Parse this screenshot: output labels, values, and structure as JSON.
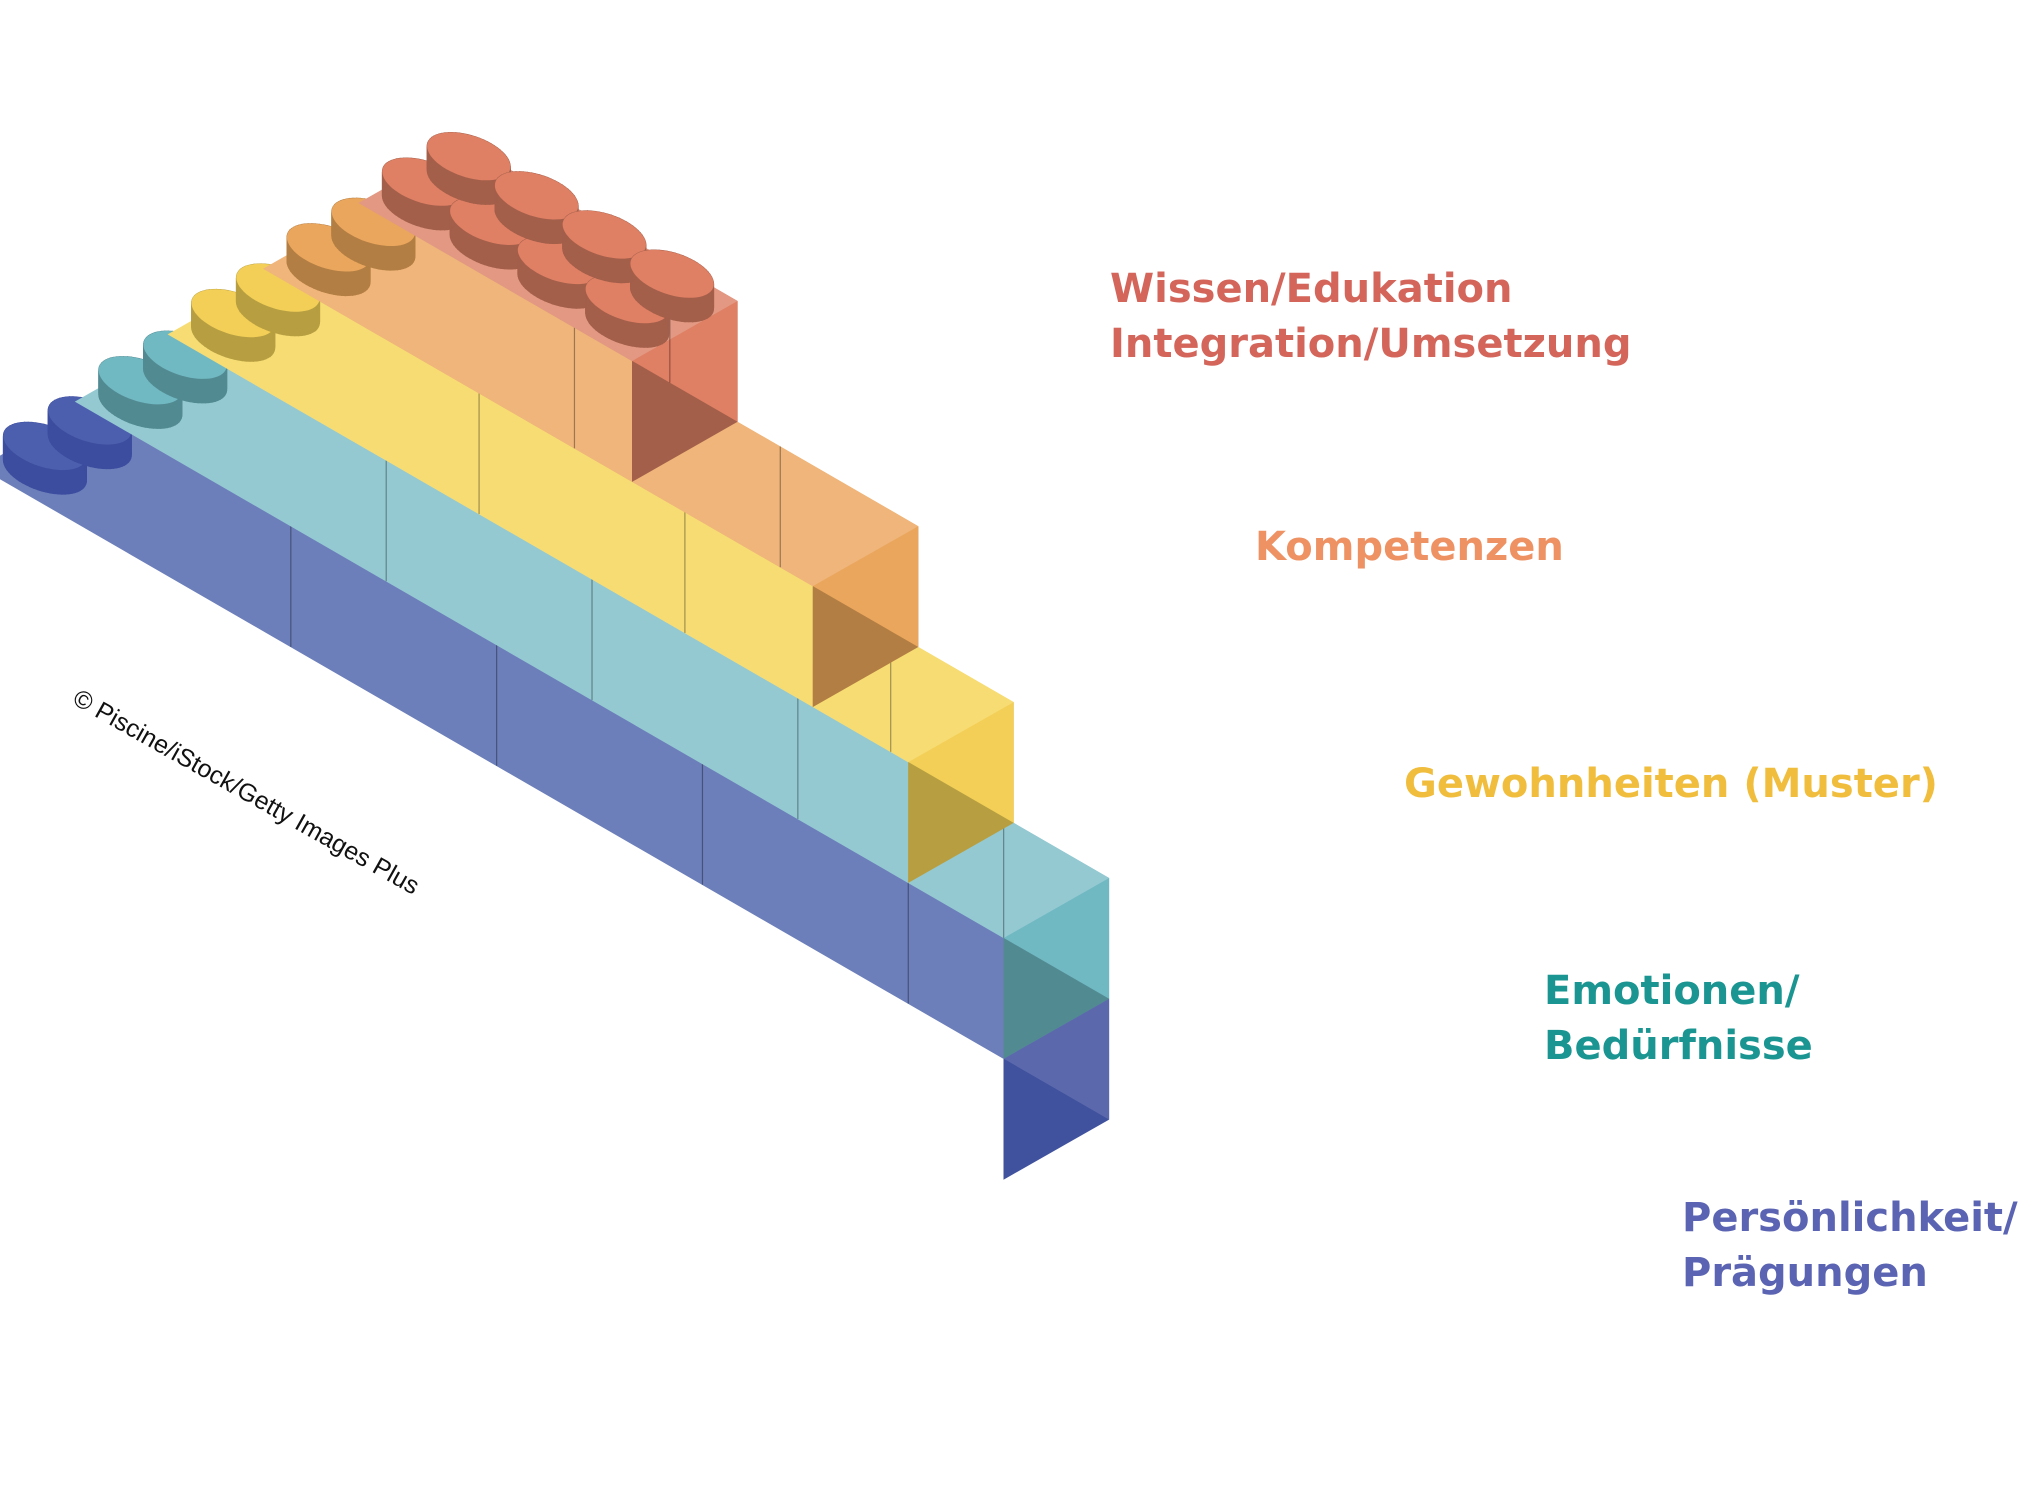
{
  "layers": [
    {
      "id": "wissen",
      "lines": [
        "Wissen/Edukation",
        "Integration/Umsetzung"
      ],
      "colors": {
        "front": "#df7f64",
        "top": "#e29882",
        "side": "#a35f4a",
        "stud": "#df7f64",
        "stud_side": "#a35f4a",
        "text": "#d4655a"
      }
    },
    {
      "id": "kompetenzen",
      "lines": [
        "Kompetenzen"
      ],
      "colors": {
        "front": "#eaa65d",
        "top": "#efb57a",
        "side": "#b37e43",
        "stud": "#eaa65d",
        "stud_side": "#b37e43",
        "text": "#ee9163"
      }
    },
    {
      "id": "gewohnheiten",
      "lines": [
        "Gewohnheiten (Muster)"
      ],
      "colors": {
        "front": "#f3cf57",
        "top": "#f7dc74",
        "side": "#b79f41",
        "stud": "#f3cf57",
        "stud_side": "#b79f41",
        "text": "#f0bd3d"
      }
    },
    {
      "id": "emotionen",
      "lines": [
        "Emotionen/",
        "Bedürfnisse"
      ],
      "colors": {
        "front": "#71b9c2",
        "top": "#94c9d2",
        "side": "#528a92",
        "stud": "#71b9c2",
        "stud_side": "#528a92",
        "text": "#1a9591"
      }
    },
    {
      "id": "persoenlichkeit",
      "lines": [
        "Persönlichkeit/",
        "Prägungen"
      ],
      "colors": {
        "front": "#5b68ac",
        "top": "#6c7fba",
        "side": "#40529d",
        "stud": "#4c5fae",
        "stud_side": "#3c4c9e",
        "text": "#5a64b3"
      }
    }
  ],
  "credit": "© Piscine/iStock/Getty Images Plus",
  "icons": [
    "toy-brick-icon"
  ]
}
